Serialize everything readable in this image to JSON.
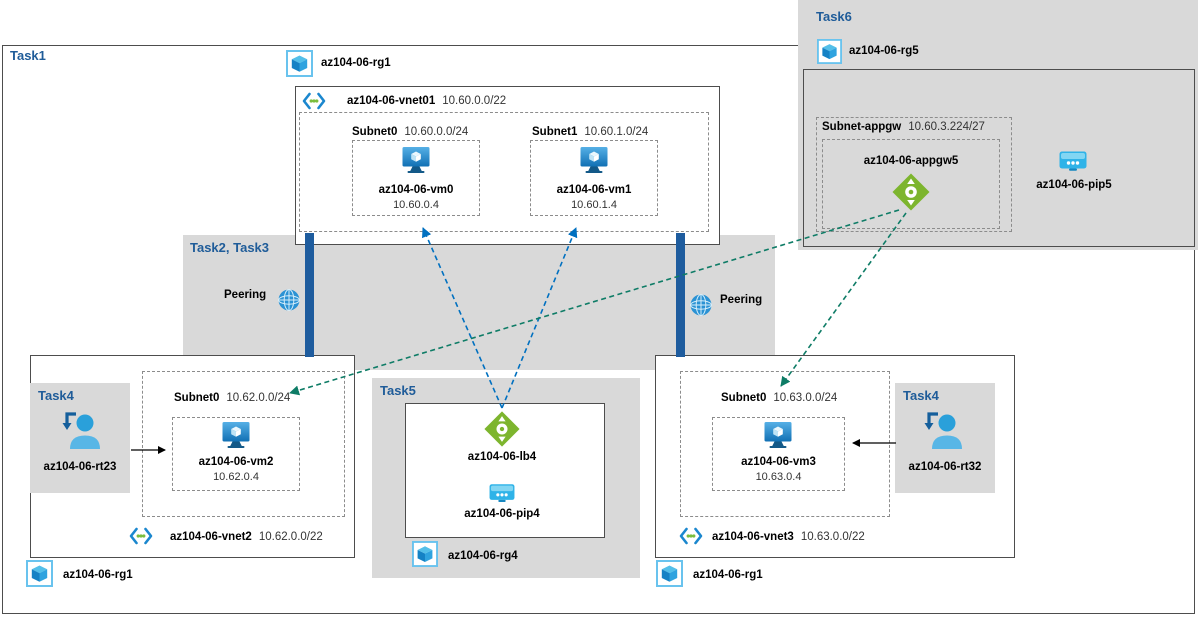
{
  "tasks": {
    "task1": "Task1",
    "task23": "Task2, Task3",
    "task4_left": "Task4",
    "task4_right": "Task4",
    "task5": "Task5",
    "task6": "Task6"
  },
  "peering": {
    "left": "Peering",
    "right": "Peering"
  },
  "hub": {
    "rg": "az104-06-rg1",
    "vnet_name": "az104-06-vnet01",
    "vnet_cidr": "10.60.0.0/22",
    "subnet0": {
      "name": "Subnet0",
      "cidr": "10.60.0.0/24",
      "vm": "az104-06-vm0",
      "vm_ip": "10.60.0.4"
    },
    "subnet1": {
      "name": "Subnet1",
      "cidr": "10.60.1.0/24",
      "vm": "az104-06-vm1",
      "vm_ip": "10.60.1.4"
    }
  },
  "appgw_group": {
    "rg": "az104-06-rg5",
    "subnet_name": "Subnet-appgw",
    "subnet_cidr": "10.60.3.224/27",
    "appgw": "az104-06-appgw5",
    "pip": "az104-06-pip5"
  },
  "spoke2": {
    "rt": "az104-06-rt23",
    "subnet": {
      "name": "Subnet0",
      "cidr": "10.62.0.0/24",
      "vm": "az104-06-vm2",
      "vm_ip": "10.62.0.4"
    },
    "vnet_name": "az104-06-vnet2",
    "vnet_cidr": "10.62.0.0/22",
    "rg": "az104-06-rg1"
  },
  "lb_group": {
    "lb": "az104-06-lb4",
    "pip": "az104-06-pip4",
    "rg": "az104-06-rg4"
  },
  "spoke3": {
    "rt": "az104-06-rt32",
    "subnet": {
      "name": "Subnet0",
      "cidr": "10.63.0.0/24",
      "vm": "az104-06-vm3",
      "vm_ip": "10.63.0.4"
    },
    "vnet_name": "az104-06-vnet3",
    "vnet_cidr": "10.63.0.0/22",
    "rg": "az104-06-rg1"
  },
  "colors": {
    "task_label": "#1F5C99",
    "region_gray": "#D9D9D9",
    "peering_bar": "#1E5C9E",
    "lb_arrow": "#0070C0",
    "appgw_arrow": "#0E7C66",
    "diamond_green": "#7DB52E",
    "vm_blue": "#1170B4"
  }
}
